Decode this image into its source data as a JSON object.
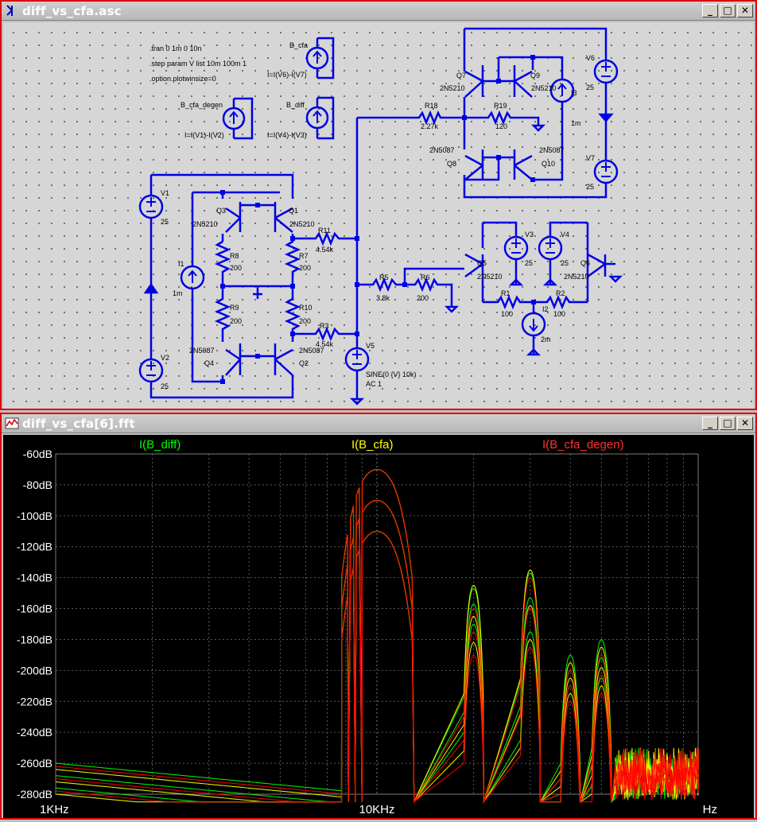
{
  "schematic_window": {
    "title": "diff_vs_cfa.asc"
  },
  "fft_window": {
    "title": "diff_vs_cfa[6].fft"
  },
  "window_buttons": {
    "minimize": "_",
    "restore": "□",
    "close": "✕"
  },
  "directives": [
    ".tran 0 1m 0 10n",
    ".step param V list 10m 100m 1",
    ".option.plotwinsize=0"
  ],
  "bsources": [
    {
      "name": "B_cfa",
      "expr": "I=I(V6)-I(V7)"
    },
    {
      "name": "B_cfa_degen",
      "expr": "I=I(V1)-I(V2)"
    },
    {
      "name": "B_diff",
      "expr": "I=I(V4)-I(V3)"
    }
  ],
  "components": {
    "V1": "V1",
    "V1_val": "25",
    "V2": "V2",
    "V2_val": "25",
    "I1": "I1",
    "I1_val": "1m",
    "Q1": "Q1",
    "Q1_model": "2N5210",
    "Q2": "Q2",
    "Q2_model": "2N5087",
    "Q3": "Q3",
    "Q3_model": "2N5210",
    "Q4": "Q4",
    "Q4_model": "2N5087",
    "R7": "R7",
    "R7_val": "200",
    "R8": "R8",
    "R8_val": "200",
    "R9": "R9",
    "R9_val": "200",
    "R10": "R10",
    "R10_val": "200",
    "R11": "R11",
    "R11_val": "4.54k",
    "R3": "R3",
    "R3_val": "4.54k",
    "R5": "R5",
    "R5_val": "3.8k",
    "R6": "R6",
    "R6_val": "200",
    "V5": "V5",
    "V5_sine": "SINE(0 {V} 10k)",
    "V5_ac": "AC 1",
    "R18": "R18",
    "R18_val": "2.27k",
    "R19": "R19",
    "R19_val": "120",
    "Q7": "Q7",
    "Q7_model": "2N5210",
    "Q9": "Q9",
    "Q9_model": "2N5210",
    "Q8": "Q8",
    "Q8_model": "2N5087",
    "Q10": "Q10",
    "Q10_model": "2N5087",
    "I3": "I3",
    "I3_val": "1m",
    "V6": "V6",
    "V6_val": "25",
    "V7": "V7",
    "V7_val": "25",
    "V3": "V3",
    "V3_val": "25",
    "V4": "V4",
    "V4_val": "25",
    "Q5": "Q5",
    "Q5_model": "2N5210",
    "Q6": "Q6",
    "Q6_model": "2N5210",
    "R1": "R1",
    "R1_val": "100",
    "R2": "R2",
    "R2_val": "100",
    "I2": "I2",
    "I2_val": "2m"
  },
  "colors": {
    "wire": "#0000e6",
    "trace_diff": "#00ff00",
    "trace_cfa": "#ffff00",
    "trace_cfa_degen": "#ff0000",
    "grid": "#5a5a5a",
    "frame": "#e00000"
  },
  "chart_data": {
    "type": "line",
    "title": "",
    "legend": [
      "I(B_diff)",
      "I(B_cfa)",
      "I(B_cfa_degen)"
    ],
    "legend_placement": "top",
    "xscale": "log",
    "xlim": [
      1000,
      100000
    ],
    "x_ticks": [
      "1KHz",
      "10KHz",
      "Hz"
    ],
    "ylim": [
      -280,
      -60
    ],
    "y_ticks": [
      "-60dB",
      "-80dB",
      "-100dB",
      "-120dB",
      "-140dB",
      "-160dB",
      "-180dB",
      "-200dB",
      "-220dB",
      "-240dB",
      "-260dB",
      "-280dB"
    ],
    "grid": true,
    "series": [
      {
        "name": "I(B_diff)",
        "peaks": [
          {
            "x": 10000,
            "y": [
              -70,
              -90,
              -110
            ]
          },
          {
            "x": 20000,
            "y": [
              -147,
              -157,
              -170
            ]
          },
          {
            "x": 30000,
            "y": [
              -137,
              -153,
              -175
            ]
          },
          {
            "x": 40000,
            "y": [
              -190,
              -200,
              -210
            ]
          },
          {
            "x": 50000,
            "y": [
              -180,
              -192,
              -205
            ]
          }
        ],
        "floor": -260
      },
      {
        "name": "I(B_cfa)",
        "peaks": [
          {
            "x": 10000,
            "y": [
              -70,
              -90,
              -110
            ]
          },
          {
            "x": 20000,
            "y": [
              -145,
              -165,
              -182
            ]
          },
          {
            "x": 30000,
            "y": [
              -135,
              -158,
              -180
            ]
          },
          {
            "x": 40000,
            "y": [
              -195,
              -205,
              -215
            ]
          },
          {
            "x": 50000,
            "y": [
              -185,
              -198,
              -210
            ]
          }
        ],
        "floor": -262
      },
      {
        "name": "I(B_cfa_degen)",
        "peaks": [
          {
            "x": 10000,
            "y": [
              -70,
              -90,
              -110
            ]
          },
          {
            "x": 20000,
            "y": [
              -160,
              -175,
              -190
            ]
          },
          {
            "x": 30000,
            "y": [
              -140,
              -160,
              -185
            ]
          },
          {
            "x": 40000,
            "y": [
              -200,
              -210,
              -220
            ]
          },
          {
            "x": 50000,
            "y": [
              -190,
              -203,
              -215
            ]
          }
        ],
        "floor": -258
      }
    ]
  }
}
